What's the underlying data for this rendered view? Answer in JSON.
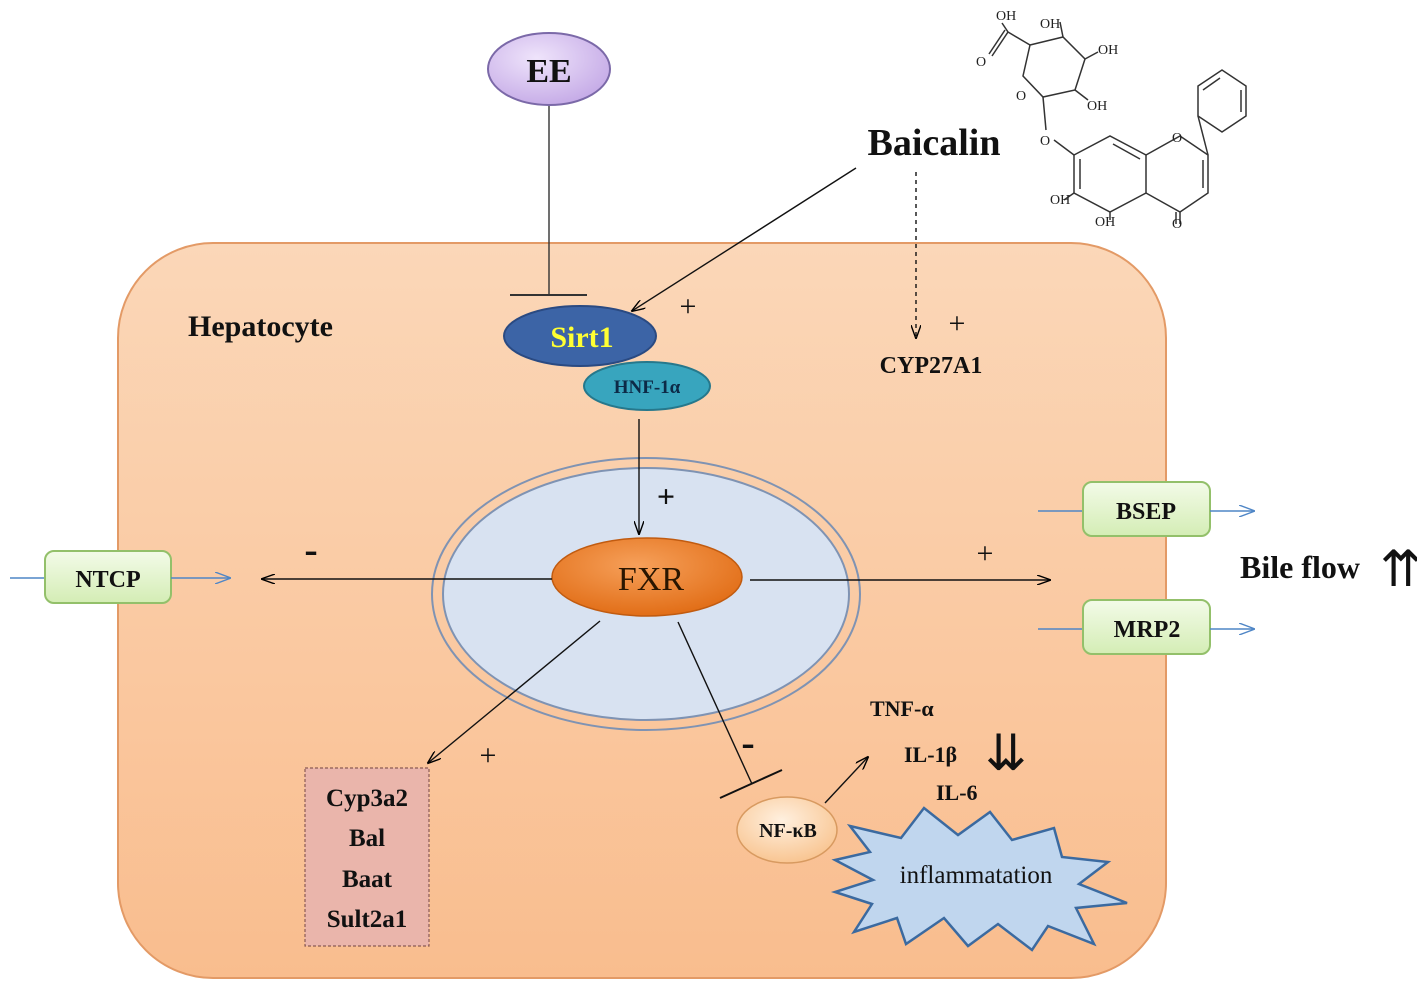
{
  "cell_label": "Hepatocyte",
  "nodes": {
    "ee": "EE",
    "baicalin": "Baicalin",
    "sirt1": "Sirt1",
    "hnf1a": "HNF-1α",
    "cyp27a1": "CYP27A1",
    "fxr": "FXR",
    "ntcp": "NTCP",
    "bsep": "BSEP",
    "mrp2": "MRP2",
    "nfkb": "NF-κB",
    "inflammation": "inflammatation",
    "bile_flow": "Bile flow",
    "bile_flow_arrows": "⇈",
    "cytokine_arrows": "⇊"
  },
  "cytokines": [
    "TNF-α",
    "IL-1β",
    "IL-6"
  ],
  "target_genes": [
    "Cyp3a2",
    "Bal",
    "Baat",
    "Sult2a1"
  ],
  "signs": {
    "baicalin_sirt1": "+",
    "baicalin_cyp27a1": "+",
    "hnf_fxr": "+",
    "fxr_ntcp": "-",
    "fxr_bsep": "+",
    "fxr_genes": "+",
    "fxr_nfkb": "-"
  },
  "molecule_labels": {
    "oh_acid": "OH",
    "o_acid": "O",
    "oh_1": "OH",
    "oh_2": "OH",
    "oh_3": "OH",
    "o_ring": "O",
    "o_link": "O",
    "o_flav": "O",
    "oh_6": "OH",
    "oh_5": "OH",
    "o_keto": "O"
  },
  "colors": {
    "cell_fill": "#fbc9a0",
    "cell_stroke": "#e8a070",
    "nucleus_fill": "#dce5f2",
    "ee_fill": "#d7c3ee",
    "sirt1_fill": "#3f67a8",
    "sirt1_text": "#ffff33",
    "hnf_fill": "#3aa7c0",
    "fxr_fill": "#ec7a22",
    "transporter_fill": "#e6f5cf",
    "transporter_stroke": "#9cc870",
    "genes_fill": "#e9b5ac",
    "nfkb_fill": "#fcd3a8",
    "star_fill": "#c3d9ee",
    "transport_arrow": "#4f86c6"
  }
}
